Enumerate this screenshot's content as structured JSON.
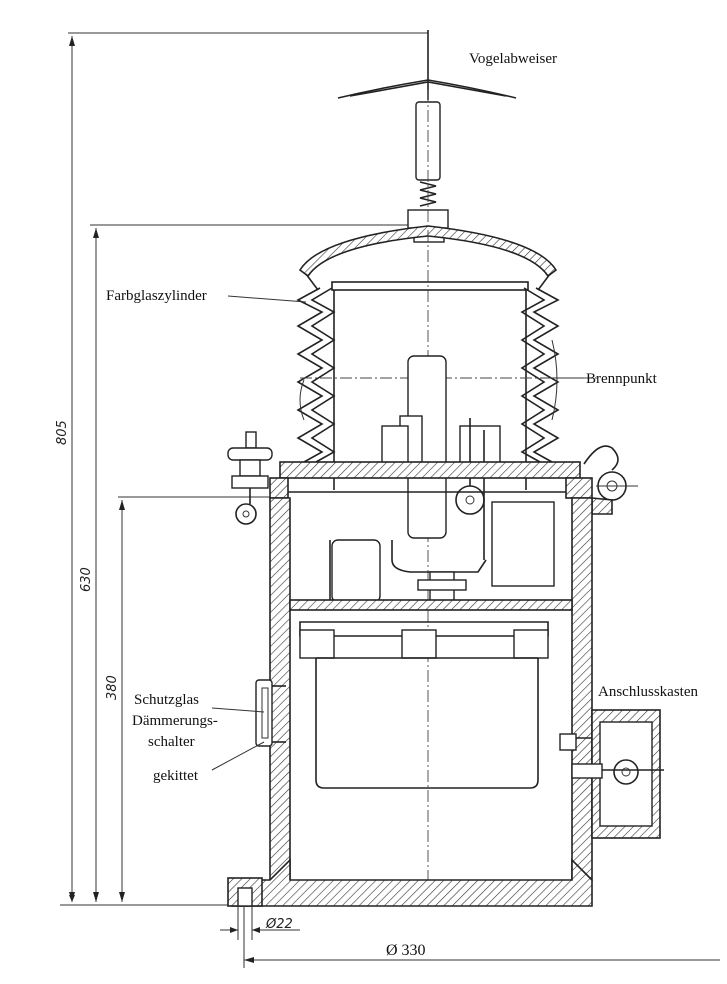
{
  "labels": {
    "vogelabweiser": "Vogelabweiser",
    "farbglaszylinder": "Farbglaszylinder",
    "brennpunkt": "Brennpunkt",
    "schutzglas": "Schutzglas",
    "daemmerungs": "Dämmerungs-",
    "schalter": "schalter",
    "gekittet": "gekittet",
    "anschlusskasten": "Anschlusskasten"
  },
  "dimensions": {
    "total_height": "805",
    "lantern_height": "630",
    "body_height": "380",
    "foot_hole": "Ø22",
    "diameter": "Ø 330"
  }
}
